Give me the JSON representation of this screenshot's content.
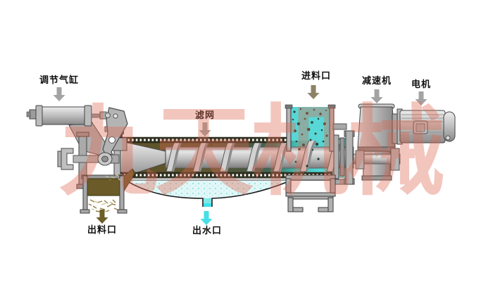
{
  "diagram": {
    "watermark": "九天机械",
    "labels": {
      "adjust_cylinder": "调节气缸",
      "filter_screen": "滤网",
      "feed_inlet": "进料口",
      "reducer": "减速机",
      "motor": "电机",
      "discharge_outlet": "出料口",
      "water_outlet": "出水口"
    },
    "colors": {
      "arrow_gray": "#a3a3a3",
      "arrow_feed": "#8d8266",
      "arrow_discharge": "#6d5d26",
      "arrow_water": "#46dfe7",
      "watermark_red": "#dd6a52",
      "water_cyan": "#58d7d7",
      "sludge_olive": "#6a5b29",
      "metal_gray": "#b5b5b5",
      "label_text": "#111111"
    }
  }
}
